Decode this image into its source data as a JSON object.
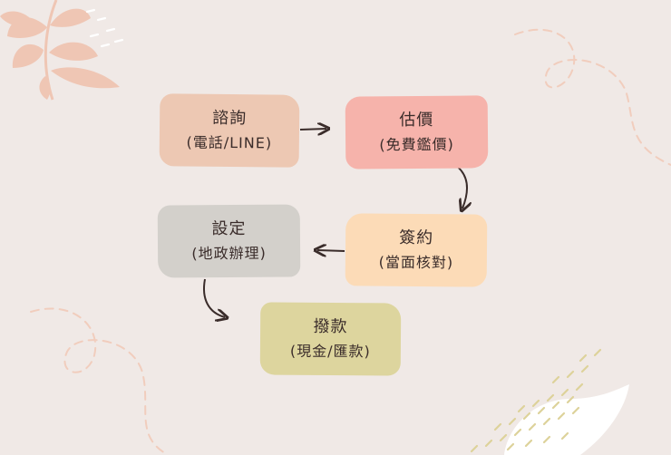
{
  "colors": {
    "background": "#f0e9e6",
    "arrow": "#3a2c2a",
    "leaf": "#efc6b4",
    "dash": "#f1cdbd",
    "dots": "#ddd29a",
    "swoosh": "#ffffff"
  },
  "steps": [
    {
      "id": "consult",
      "title": "諮詢",
      "detail": "(電話/LINE)",
      "color": "#edc8b3"
    },
    {
      "id": "estimate",
      "title": "估價",
      "detail": "(免費鑑價)",
      "color": "#f6b3ab"
    },
    {
      "id": "sign",
      "title": "簽約",
      "detail": "(當面核對)",
      "color": "#fcdbb7"
    },
    {
      "id": "setup",
      "title": "設定",
      "detail": "(地政辦理)",
      "color": "#d3d0cb"
    },
    {
      "id": "payout",
      "title": "撥款",
      "detail": "(現金/匯款)",
      "color": "#ddd59e"
    }
  ],
  "connections": [
    {
      "from": "consult",
      "to": "estimate"
    },
    {
      "from": "estimate",
      "to": "sign"
    },
    {
      "from": "sign",
      "to": "setup"
    },
    {
      "from": "setup",
      "to": "payout"
    }
  ]
}
